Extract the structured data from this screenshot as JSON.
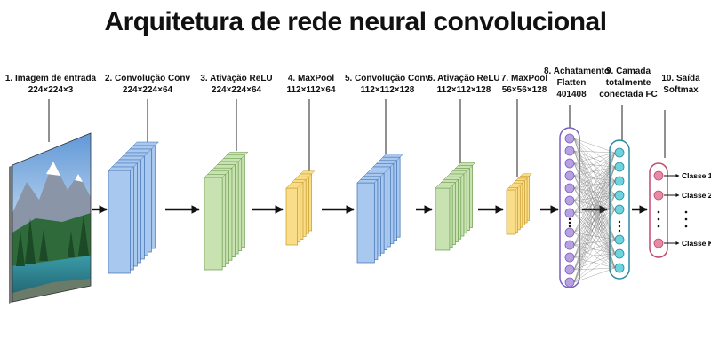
{
  "title": "Arquitetura de rede neural convolucional",
  "steps": [
    {
      "label": "1. Imagem de entrada",
      "dims": "224×224×3"
    },
    {
      "label": "2. Convolução Conv",
      "dims": "224×224×64"
    },
    {
      "label": "3. Ativação ReLU",
      "dims": "224×224×64"
    },
    {
      "label": "4. MaxPool",
      "dims": "112×112×64"
    },
    {
      "label": "5. Convolução Conv",
      "dims": "112×112×128"
    },
    {
      "label": "6. Ativação ReLU",
      "dims": "112×112×128"
    },
    {
      "label": "7. MaxPool",
      "dims": "56×56×128"
    },
    {
      "label": "8. Achatamento",
      "label2": "Flatten",
      "dims": "401408"
    },
    {
      "label": "9. Camada",
      "label2": "totalmente",
      "dims": "conectada FC"
    },
    {
      "label": "10. Saída",
      "dims": "Softmax"
    }
  ],
  "classes": [
    "Classe 1",
    "Classe 2",
    "Classe K"
  ],
  "colors": {
    "conv_fill": "#a9c8ef",
    "conv_stroke": "#3f6fb0",
    "relu_fill": "#c9e2b2",
    "relu_stroke": "#6a9a4c",
    "pool_fill": "#f9dd88",
    "pool_stroke": "#c79a2a",
    "flatten_node": "#b8a1e3",
    "flatten_border": "#7a5fc0",
    "fc_node": "#6fd3dd",
    "fc_border": "#2a8c9e",
    "softmax_node": "#e88aa6",
    "softmax_border": "#c24a6e"
  }
}
